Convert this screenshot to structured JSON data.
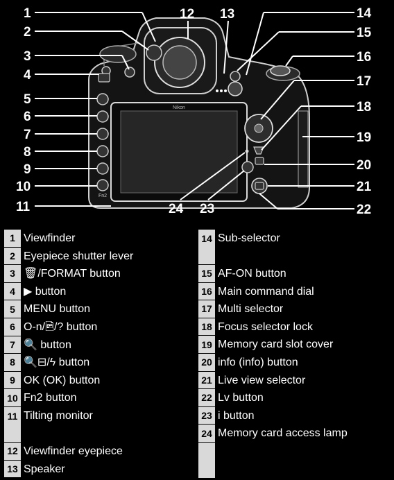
{
  "diagram": {
    "brand_mark": "Nikon",
    "fn2_mark": "Fn2",
    "callouts": [
      "1",
      "2",
      "3",
      "4",
      "5",
      "6",
      "7",
      "8",
      "9",
      "10",
      "11",
      "12",
      "13",
      "14",
      "15",
      "16",
      "17",
      "18",
      "19",
      "20",
      "21",
      "22",
      "23",
      "24"
    ]
  },
  "legend": {
    "left": [
      {
        "num": "1",
        "text": "Viewfinder"
      },
      {
        "num": "2",
        "text": "Eyepiece shutter lever"
      },
      {
        "num": "3",
        "text": "🗑/FORMAT button"
      },
      {
        "num": "4",
        "text": "▶ button"
      },
      {
        "num": "5",
        "text": "MENU button"
      },
      {
        "num": "6",
        "text": "O‑n/🖻/? button"
      },
      {
        "num": "7",
        "text": "🔍 button"
      },
      {
        "num": "8",
        "text": "🔍⊟/ϟ button"
      },
      {
        "num": "9",
        "text": "OK (OK) button"
      },
      {
        "num": "10",
        "text": "Fn2 button"
      },
      {
        "num": "11",
        "text": "Tilting monitor"
      },
      {
        "num": "12",
        "text": "Viewfinder eyepiece"
      },
      {
        "num": "13",
        "text": "Speaker"
      }
    ],
    "right": [
      {
        "num": "14",
        "text": "Sub-selector"
      },
      {
        "num": "15",
        "text": "AF-ON button"
      },
      {
        "num": "16",
        "text": "Main command dial"
      },
      {
        "num": "17",
        "text": "Multi selector"
      },
      {
        "num": "18",
        "text": "Focus selector lock"
      },
      {
        "num": "19",
        "text": "Memory card slot cover"
      },
      {
        "num": "20",
        "text": "info (info) button"
      },
      {
        "num": "21",
        "text": "Live view selector"
      },
      {
        "num": "22",
        "text": "Lv button"
      },
      {
        "num": "23",
        "text": "i button"
      },
      {
        "num": "24",
        "text": "Memory card access lamp"
      }
    ]
  }
}
